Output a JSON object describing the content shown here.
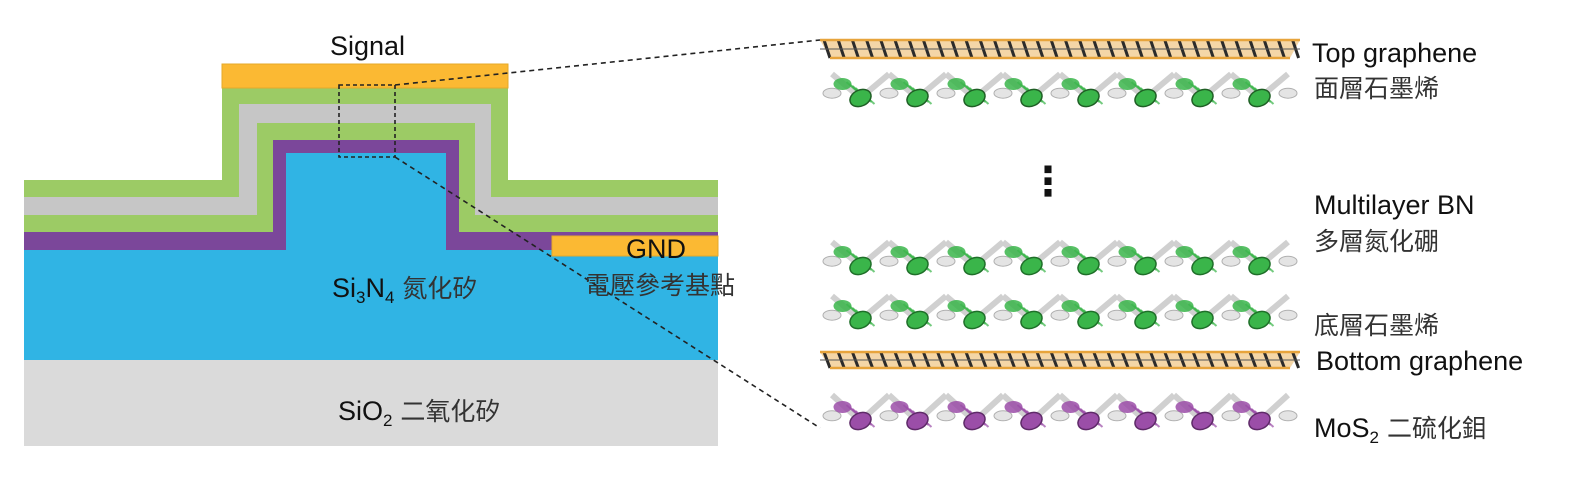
{
  "colors": {
    "si3n4": "#30b4e4",
    "sio2": "#dadada",
    "electrode": "#fbb933",
    "green_layer": "#9ccb65",
    "gray_layer": "#c6c6c6",
    "purple_layer": "#7b479a",
    "graphene": "#e7a43c",
    "bn_green": "#3ab54a",
    "bn_white": "#e4e4e4",
    "mos2_purple": "#9b4ea8"
  },
  "device": {
    "signal_label": "Signal",
    "gnd_label": "GND",
    "gnd_sub": "電壓參考基點",
    "si3n4_main": "Si",
    "si3n4_sub3": "3",
    "si3n4_n": "N",
    "si3n4_sub4": "4",
    "si3n4_cn": " 氮化矽",
    "sio2_main": "SiO",
    "sio2_sub": "2",
    "sio2_cn": " 二氧化矽"
  },
  "stack": {
    "top_graphene_en": "Top graphene",
    "top_graphene_cn": "面層石墨烯",
    "ellipsis": "⋮",
    "multilayer_bn_en": "Multilayer BN",
    "multilayer_bn_cn": "多層氮化硼",
    "bottom_graphene_cn": "底層石墨烯",
    "bottom_graphene_en": "Bottom graphene",
    "mos2_main": "MoS",
    "mos2_sub": "2",
    "mos2_cn": " 二硫化鉬"
  }
}
